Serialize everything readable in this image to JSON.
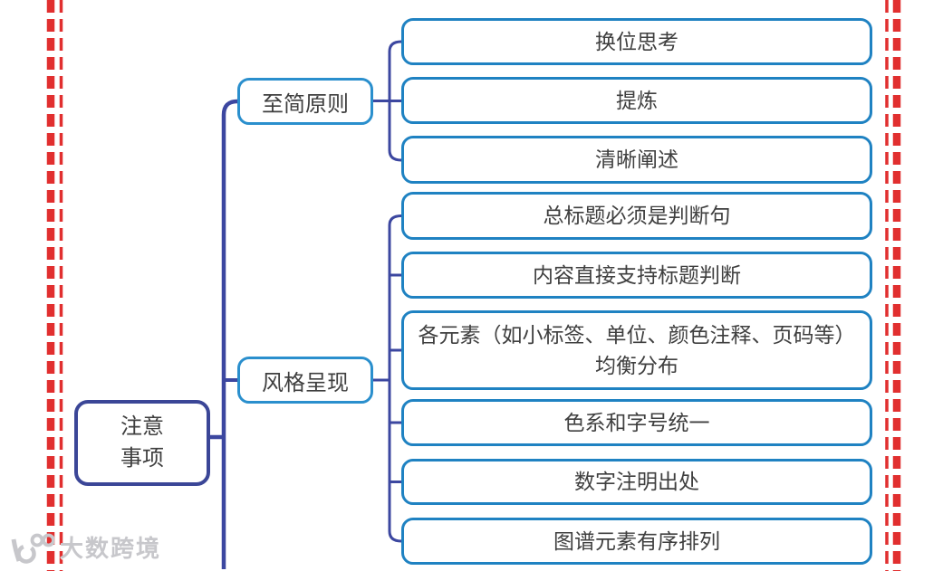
{
  "colors": {
    "frame_red": "#e12f2f",
    "connector_blue": "#3c47a0",
    "root_border": "#3b4697",
    "branch_border": "#2a8fcd",
    "leaf_border": "#1f82c2",
    "node_text": "#3f3f3f",
    "watermark_gray": "#c7c7cb"
  },
  "root": {
    "label": "注意\n事项"
  },
  "branches": [
    {
      "label": "至简原则",
      "children": [
        "换位思考",
        "提炼",
        "清晰阐述"
      ]
    },
    {
      "label": "风格呈现",
      "children": [
        "总标题必须是判断句",
        "内容直接支持标题判断",
        "各元素（如小标签、单位、颜色注释、页码等）均衡分布",
        "色系和字号统一",
        "数字注明出处",
        "图谱元素有序排列"
      ]
    }
  ],
  "watermark": {
    "text": "大数跨境",
    "logo": "big-data-crossborder-logo"
  }
}
